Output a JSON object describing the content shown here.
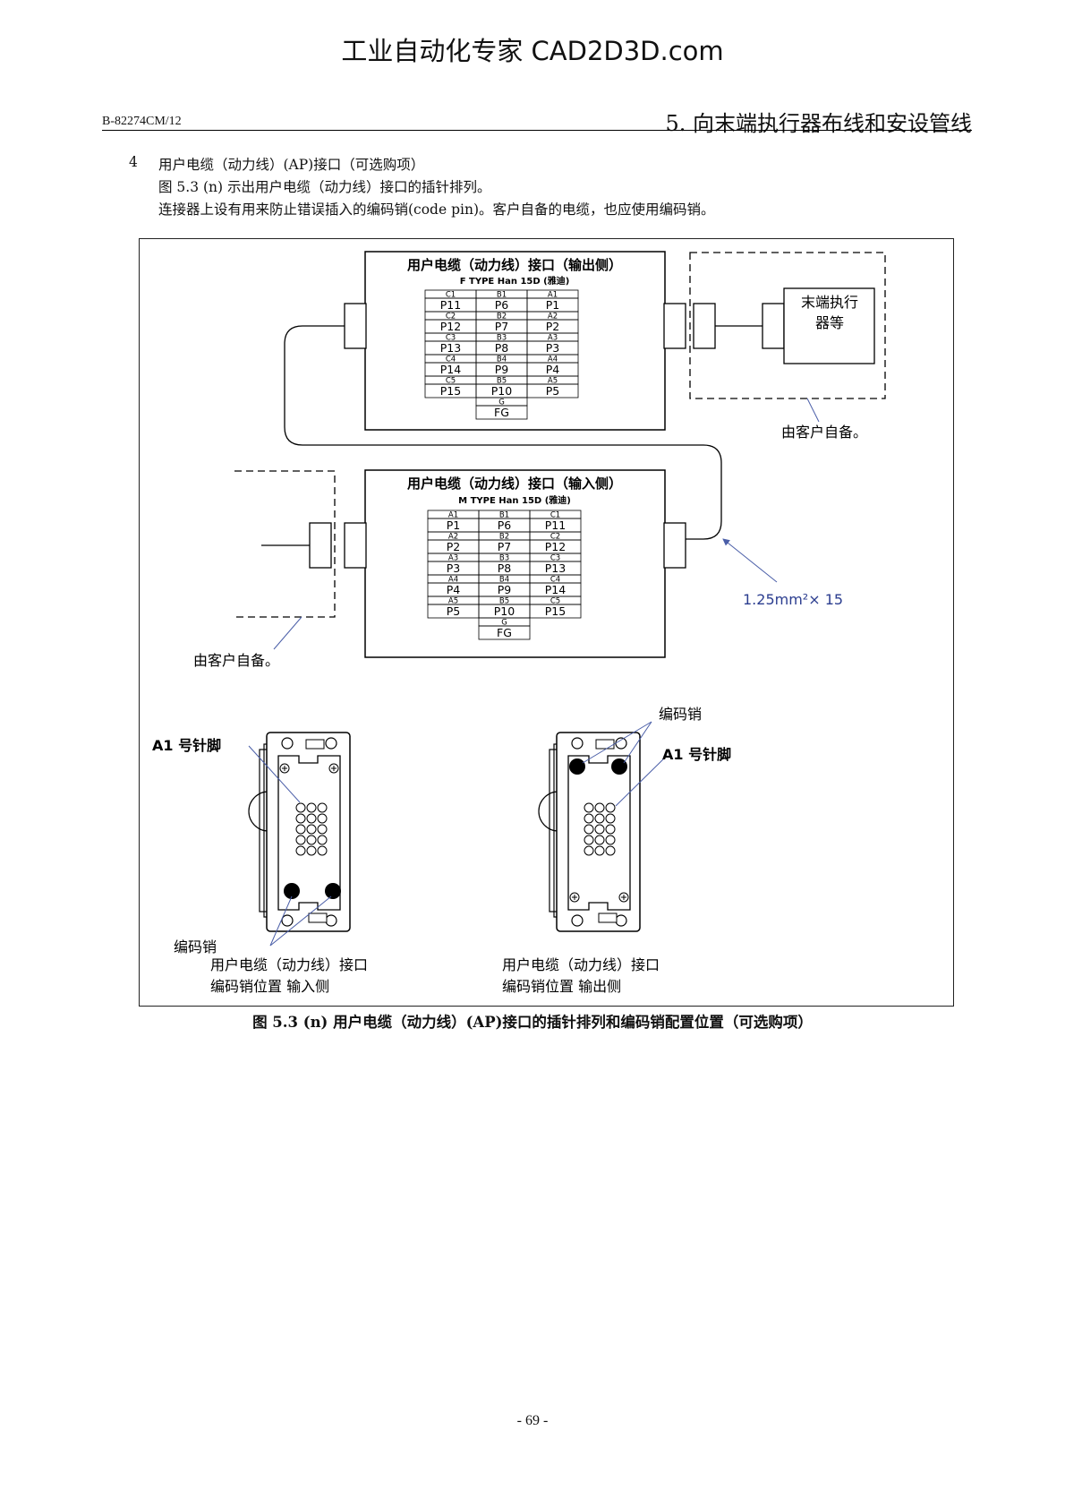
{
  "site_header": "工业自动化专家 CAD2D3D.com",
  "doc_id": "B-82274CM/12",
  "section_title": "5. 向末端执行器布线和安设管线",
  "intro": {
    "item_number": "4",
    "line1": "用户电缆（动力线）(AP)接口（可选购项）",
    "line2": "图 5.3 (n)  示出用户电缆（动力线）接口的插针排列。",
    "line3": "连接器上设有用来防止错误插入的编码销(code pin)。客户自备的电缆，也应使用编码销。"
  },
  "output_connector": {
    "title": "用户电缆（动力线）接口（输出侧）",
    "type": "F TYPE Han  15D (雅迪)",
    "rows": [
      [
        "C1",
        "B1",
        "A1"
      ],
      [
        "P11",
        "P6",
        "P1"
      ],
      [
        "C2",
        "B2",
        "A2"
      ],
      [
        "P12",
        "P7",
        "P2"
      ],
      [
        "C3",
        "B3",
        "A3"
      ],
      [
        "P13",
        "P8",
        "P3"
      ],
      [
        "C4",
        "B4",
        "A4"
      ],
      [
        "P14",
        "P9",
        "P4"
      ],
      [
        "C5",
        "B5",
        "A5"
      ],
      [
        "P15",
        "P10",
        "P5"
      ]
    ],
    "ground_code": "G",
    "ground_label": "FG"
  },
  "input_connector": {
    "title": "用户电缆（动力线）接口（输入侧）",
    "type": "M TYPE Han  15D (雅迪)",
    "rows": [
      [
        "A1",
        "B1",
        "C1"
      ],
      [
        "P1",
        "P6",
        "P11"
      ],
      [
        "A2",
        "B2",
        "C2"
      ],
      [
        "P2",
        "P7",
        "P12"
      ],
      [
        "A3",
        "B3",
        "C3"
      ],
      [
        "P3",
        "P8",
        "P13"
      ],
      [
        "A4",
        "B4",
        "C4"
      ],
      [
        "P4",
        "P9",
        "P14"
      ],
      [
        "A5",
        "B5",
        "C5"
      ],
      [
        "P5",
        "P10",
        "P15"
      ]
    ],
    "ground_code": "G",
    "ground_label": "FG"
  },
  "end_effector": {
    "line1": "末端执行",
    "line2": "器等"
  },
  "customer_supplied_right": "由客户自备。",
  "customer_supplied_left": "由客户自备。",
  "cable_spec": "1.25mm²× 15",
  "left_view": {
    "a1_label": "A1 号针脚",
    "code_pin_label": "编码销",
    "caption_line1": "用户电缆（动力线）接口",
    "caption_line2": "编码销位置    输入侧"
  },
  "right_view": {
    "code_pin_label": "编码销",
    "a1_label": "A1 号针脚",
    "caption_line1": "用户电缆（动力线）接口",
    "caption_line2": "编码销位置    输出侧"
  },
  "caption": "图 5.3 (n)  用户电缆（动力线）(AP)接口的插针排列和编码销配置位置（可选购项）",
  "page_number": "- 69 -"
}
